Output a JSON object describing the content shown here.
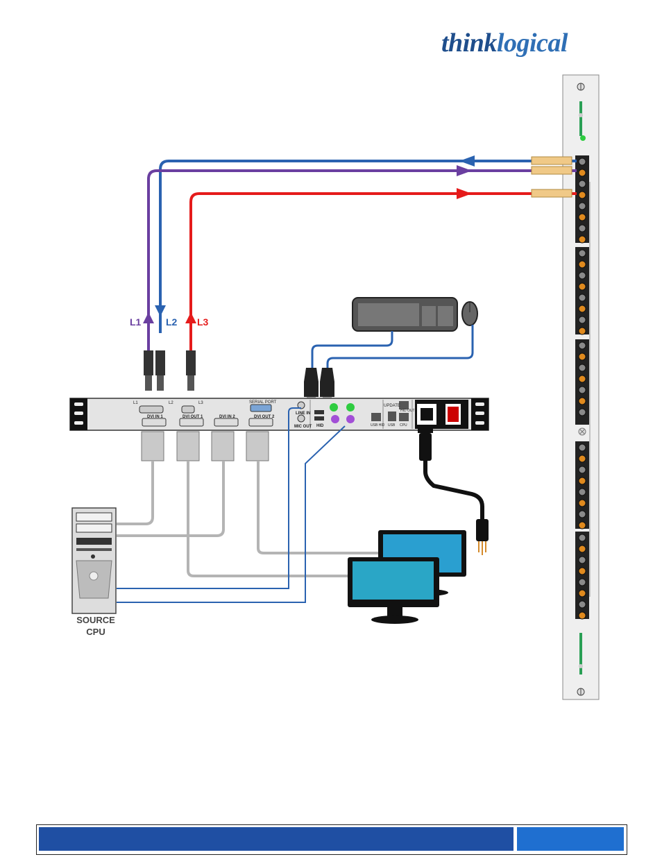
{
  "brand": {
    "logo_prefix": "think",
    "logo_suffix": "logical"
  },
  "links": {
    "l1": "L1",
    "l2": "L2",
    "l3": "L3"
  },
  "extender": {
    "ports": {
      "l1": "L1",
      "l2": "L2",
      "l3": "L3",
      "dvi_in_1": "DVI IN 1",
      "dvi_out_1": "DVI OUT 1",
      "dvi_in_2": "DVI IN 2",
      "dvi_out_2": "DVI OUT 2",
      "serial_port": "SERIAL PORT",
      "line_in": "LINE IN",
      "mic_out": "MIC OUT",
      "hid": "HID",
      "update": "UPDATE",
      "usb_hid": "USB HID",
      "usb": "USB",
      "cpu": "CPU",
      "hid_out": "HID OUT"
    }
  },
  "source_cpu": {
    "line1": "SOURCE",
    "line2": "CPU"
  },
  "colors": {
    "l1": "#6a3fa0",
    "l2": "#2a62b0",
    "l3": "#e51b1b",
    "dvi_cable": "#b4b4b4",
    "audio_cable": "#2a62b0"
  }
}
